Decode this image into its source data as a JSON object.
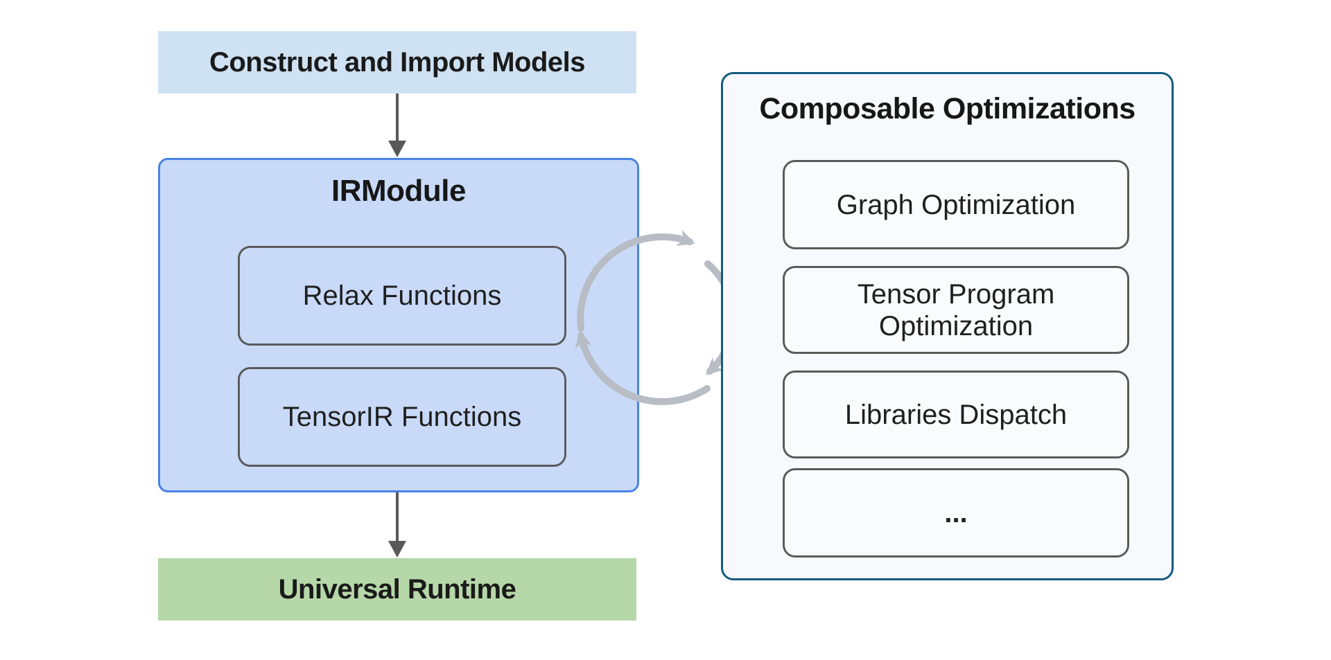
{
  "flow": {
    "import_label": "Construct and Import Models",
    "irmodule_title": "IRModule",
    "relax_label": "Relax Functions",
    "tensorir_label": "TensorIR Functions",
    "runtime_label": "Universal Runtime"
  },
  "optimizations": {
    "title": "Composable Optimizations",
    "items": [
      {
        "label": "Graph Optimization"
      },
      {
        "label": "Tensor Program Optimization"
      },
      {
        "label": "Libraries Dispatch"
      },
      {
        "label": "..."
      }
    ]
  },
  "icons": {
    "down_arrow": "arrow-down-icon",
    "cycle_arrows": "cycle-arrows-icon"
  },
  "colors": {
    "import_box_fill": "#cfe2f3",
    "irmodule_fill": "#c9daf8",
    "irmodule_border": "#4a82e4",
    "runtime_fill": "#b6d7a8",
    "panel_fill": "#f7f9fc",
    "panel_border": "#135a80",
    "inner_box_border": "#5a5a5b",
    "arrow_dark": "#595959",
    "cycle_arrow_gray": "#b7bcc5"
  }
}
